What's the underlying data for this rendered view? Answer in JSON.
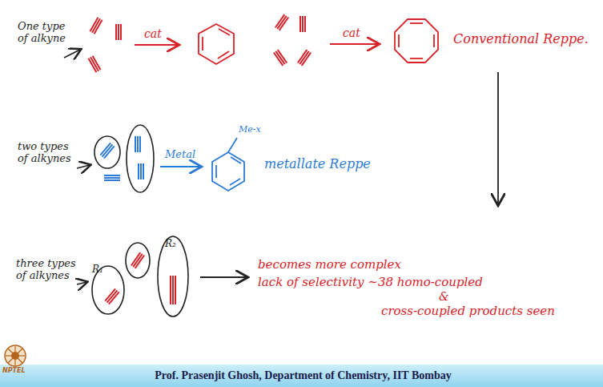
{
  "diagram": {
    "labels": [
      "One type of alkyne",
      "cat",
      "cat",
      "Conventional Reppe.",
      "two types of alkynes",
      "Metal",
      "Me-x",
      "metallate Reppe",
      "three types of alkynes",
      "R₁",
      "R₂",
      "becomes more complex",
      "lack of selectivity ~38 homo-coupled",
      "&",
      "cross-coupled products seen",
      "Prof. Prasenjit Ghosh, Department of Chemistry, IIT Bombay",
      "NPTEL"
    ]
  }
}
